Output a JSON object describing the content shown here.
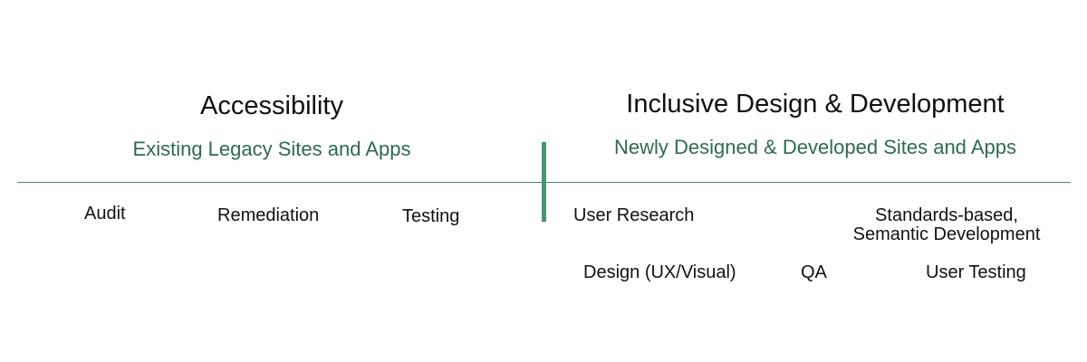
{
  "colors": {
    "accent": "#2e6b4f",
    "line": "#3f8a66",
    "divider": "#4a9470",
    "text": "#111111"
  },
  "left": {
    "title": "Accessibility",
    "subtitle": "Existing Legacy Sites and Apps",
    "items": [
      "Audit",
      "Remediation",
      "Testing"
    ]
  },
  "right": {
    "title": "Inclusive Design & Development",
    "subtitle": "Newly Designed & Developed Sites and Apps",
    "items": [
      "User Research",
      "Standards-based,",
      "Semantic Development",
      "Design (UX/Visual)",
      "QA",
      "User Testing"
    ]
  }
}
